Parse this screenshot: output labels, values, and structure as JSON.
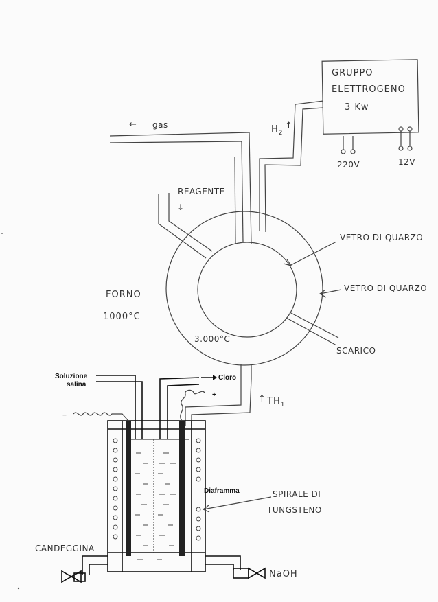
{
  "labels": {
    "generator_line1": "GRUPPO",
    "generator_line2": "ELETTROGENO",
    "generator_power": "3 Kw",
    "voltage_220": "220V",
    "voltage_12": "12V",
    "gas_arrow": "←",
    "gas": "gas",
    "h2": "H",
    "h2_sub": "2",
    "h2_arrow": "↑",
    "reagent": "REAGENTE",
    "reagent_arrow": "↓",
    "quartz_glass_inner": "VETRO DI QUARZO",
    "quartz_glass_outer": "VETRO DI QUARZO",
    "furnace": "FORNO",
    "furnace_temp": "1000°C",
    "inner_temp": "3.000°C",
    "drain": "SCARICO",
    "saline_solution_line1": "Soluzione",
    "saline_solution_line2": "salina",
    "chlorine": "Cloro",
    "plus": "+",
    "minus": "−",
    "th1_arrow": "↑",
    "th1": "TH",
    "th1_sub": "1",
    "diaphragm": "Diaframma",
    "tungsten_spiral_line1": "SPIRALE DI",
    "tungsten_spiral_line2": "TUNGSTENO",
    "bleach": "CANDEGGINA",
    "naoh": "NaOH"
  },
  "colors": {
    "ink": "#333333",
    "paper": "#fbfbfb"
  }
}
